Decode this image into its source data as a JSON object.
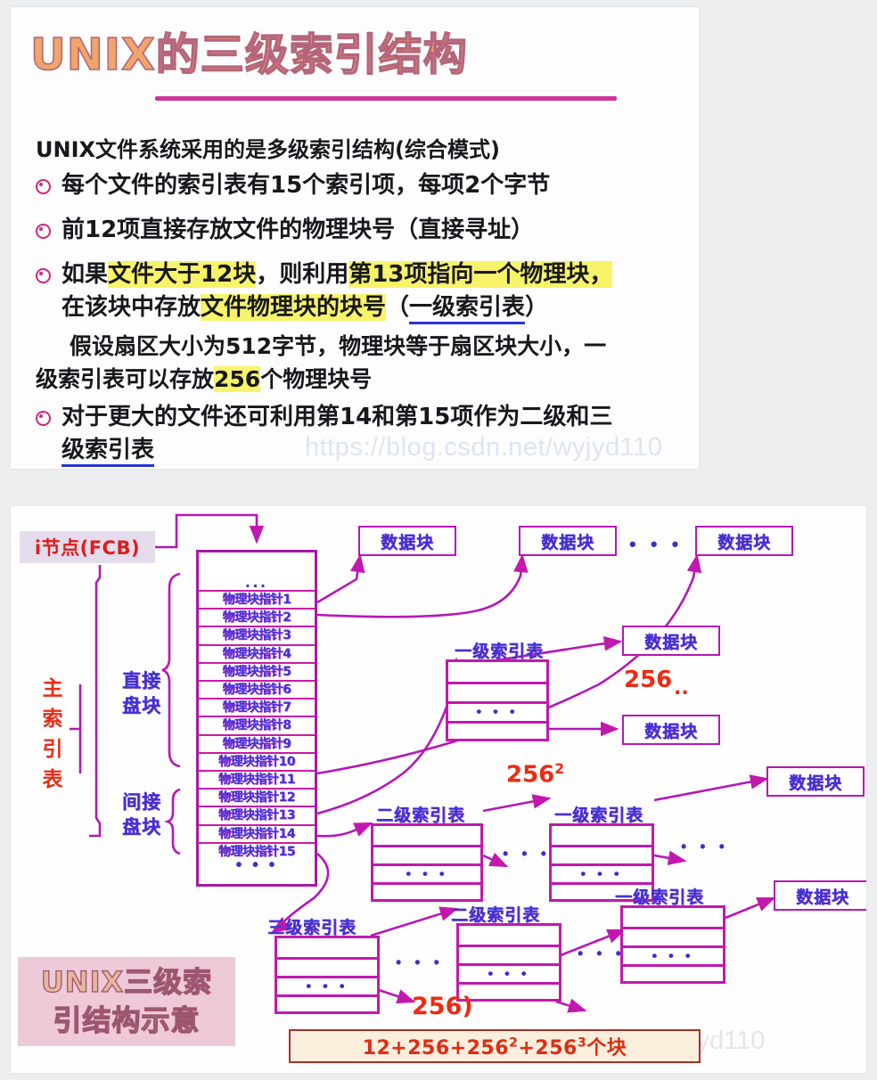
{
  "slide": {
    "title": "UNIX的三级索引结构",
    "lead": "UNIX文件系统采用的是多级索引结构(综合模式)",
    "bullets": [
      {
        "a": "每个文件的索引表有15个索引项，每项2个字节"
      },
      {
        "a": "前12项直接存放文件的物理块号（直接寻址）"
      },
      {
        "line1_pre": "如果",
        "line1_hl": "文件大于12块",
        "line1_mid": "，则利用",
        "line1_hl2": "第13项指向一个物理块，",
        "line2_pre": "在该块中存放",
        "line2_hl": "文件物理块的块号",
        "line2_mid": "（",
        "line2_ul": "一级索引表",
        "line2_post": "）"
      },
      {
        "line1_pre": "对于更大的文件还可利用第14和第15项作为二级和三",
        "line2_ul": "级索引表"
      }
    ],
    "paragraph": {
      "line1": "假设扇区大小为512字节，物理块等于扇区块大小，一",
      "line2_pre": "级索引表可以存放",
      "line2_hl": "256",
      "line2_post": "个物理块号"
    },
    "watermark": "https://blog.csdn.net/wyjyd110"
  },
  "diagram": {
    "inode_label": "i节点(FCB)",
    "main_index_label": "主索引表",
    "direct_label": "直接\n盘块",
    "direct_label_line1": "直接",
    "direct_label_line2": "盘块",
    "indirect_label_line1": "间接",
    "indirect_label_line2": "盘块",
    "main_table_top_dots": "...",
    "main_table_bottom_dots": "• • •",
    "pointers": [
      "物理块指针1",
      "物理块指针2",
      "物理块指针3",
      "物理块指针4",
      "物理块指针5",
      "物理块指针6",
      "物理块指针7",
      "物理块指针8",
      "物理块指针9",
      "物理块指针10",
      "物理块指针11",
      "物理块指针12",
      "物理块指针13",
      "物理块指针14",
      "物理块指针15"
    ],
    "data_block_label": "数据块",
    "index_l1_label": "一级索引表",
    "index_l2_label": "二级索引表",
    "index_l3_label": "三级索引表",
    "ellipsis": "• • •",
    "notes": {
      "n256": "256",
      "n256sq_base": "256",
      "n256sq_exp": "2",
      "n256cube": "256)"
    },
    "caption_line1": "UNIX三级索",
    "caption_line2": "引结构示意",
    "formula": {
      "text_pre": "12+256+256",
      "exp1": "2",
      "text_mid": "+256",
      "exp2": "3",
      "text_post": "个块"
    },
    "watermark": "https://blog.csdn.net/wyjyd110"
  },
  "colors": {
    "accent_magenta": "#cc3399",
    "highlight_yellow": "#f9f36a",
    "underline_blue": "#2b31d8",
    "note_red": "#ee2a13",
    "pointer_blue": "#4036e0",
    "box_purple": "#b617b6"
  }
}
